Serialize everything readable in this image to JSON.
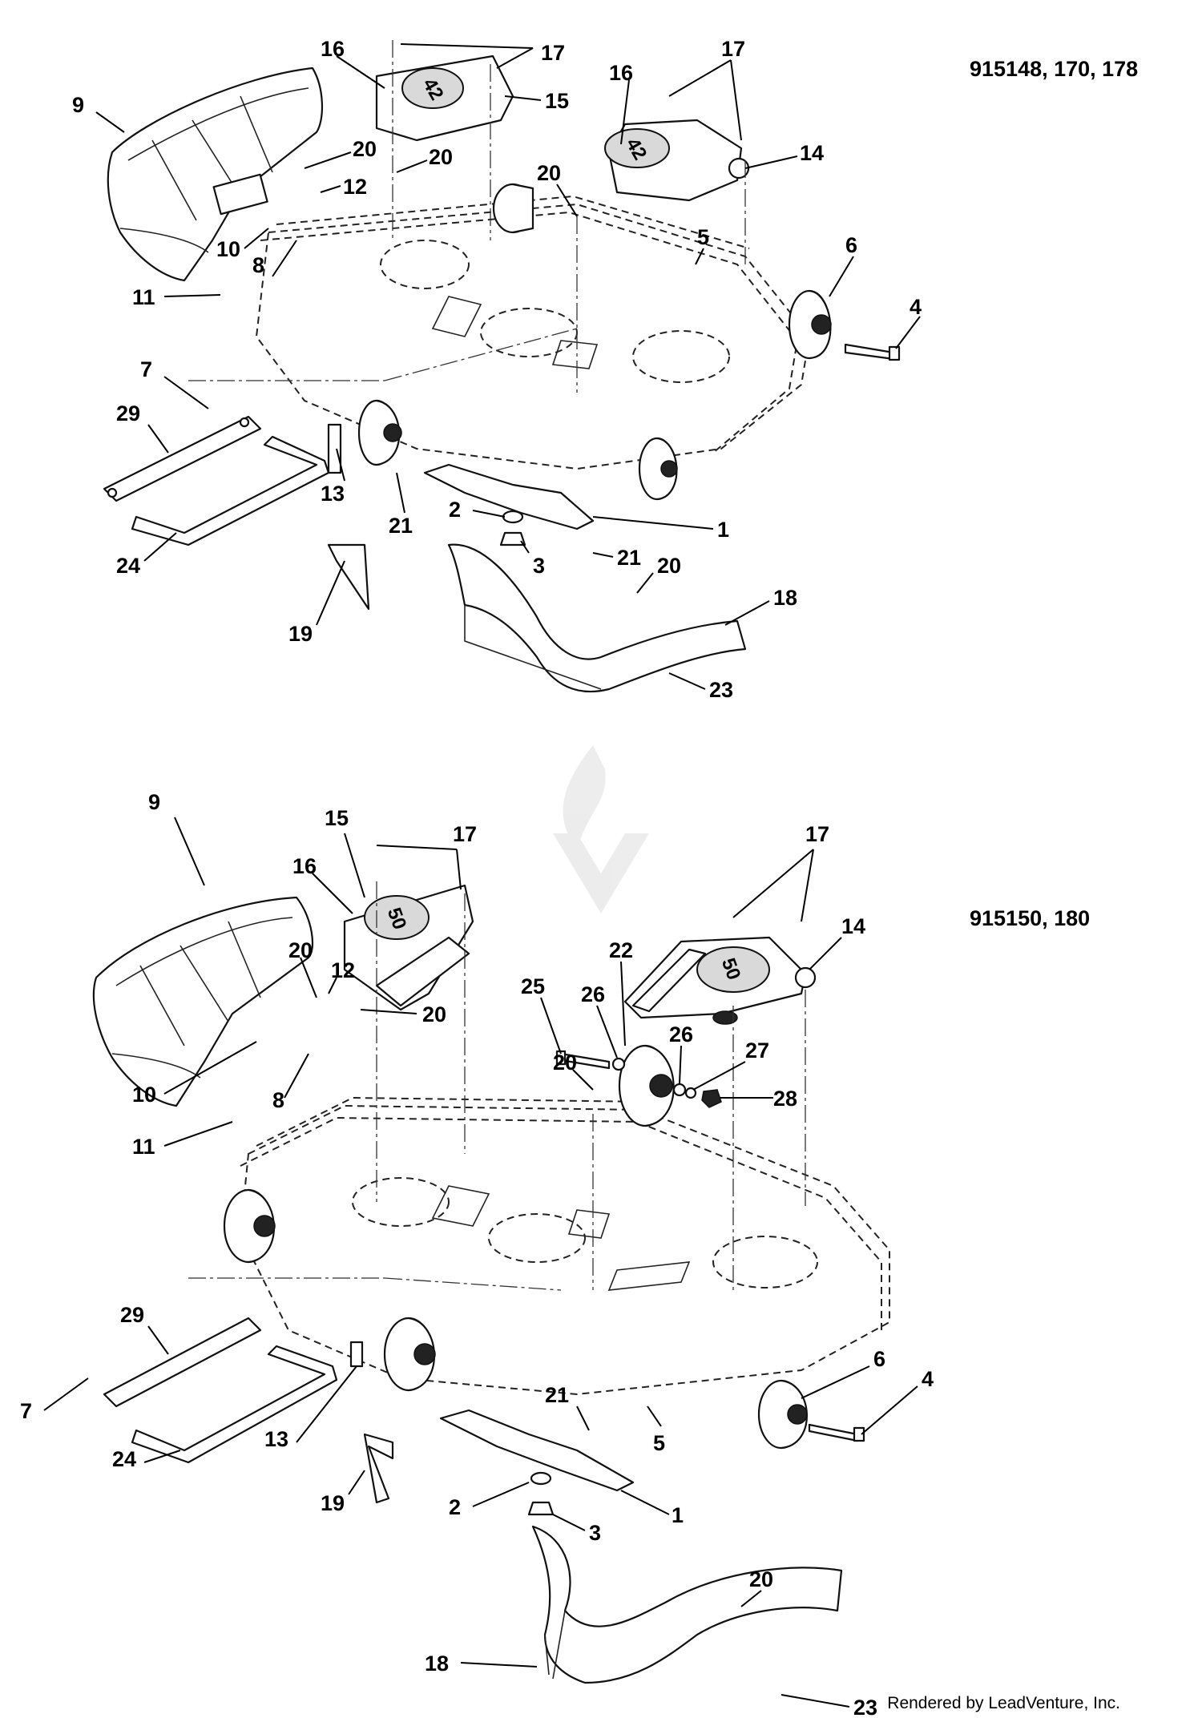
{
  "diagram": {
    "top_section": {
      "model_label": "915148, 170, 178",
      "badge_text": "42",
      "callouts": [
        "16",
        "17",
        "15",
        "9",
        "20",
        "20",
        "12",
        "10",
        "11",
        "8",
        "16",
        "17",
        "14",
        "20",
        "5",
        "6",
        "4",
        "7",
        "29",
        "13",
        "21",
        "2",
        "1",
        "3",
        "21",
        "20",
        "18",
        "24",
        "19",
        "23"
      ]
    },
    "bottom_section": {
      "model_label": "915150, 180",
      "badge_text": "50",
      "callouts": [
        "9",
        "15",
        "17",
        "16",
        "20",
        "12",
        "20",
        "10",
        "8",
        "11",
        "17",
        "14",
        "22",
        "25",
        "26",
        "26",
        "27",
        "20",
        "28",
        "29",
        "7",
        "13",
        "24",
        "6",
        "4",
        "21",
        "5",
        "19",
        "2",
        "1",
        "3",
        "20",
        "18",
        "23"
      ]
    },
    "credit": "Rendered by LeadVenture, Inc."
  }
}
